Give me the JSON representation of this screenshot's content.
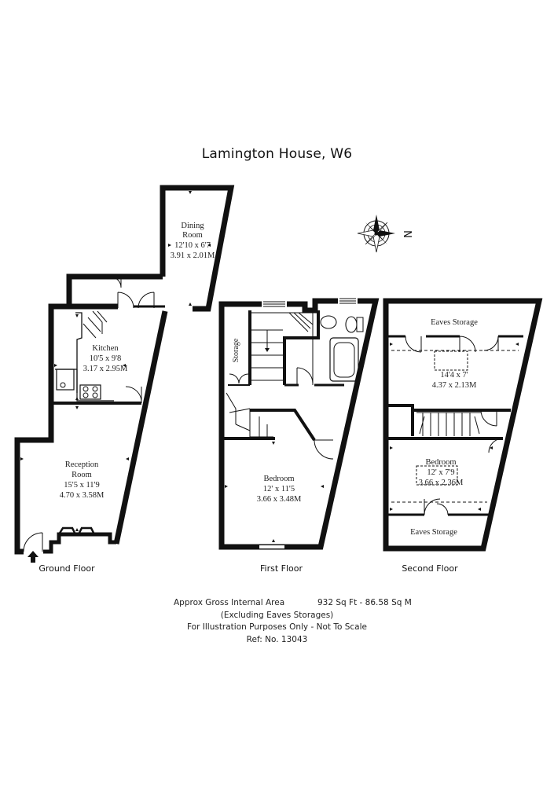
{
  "title": "Lamington House, W6",
  "compass": {
    "north_label": "N"
  },
  "floors": [
    {
      "label": "Ground Floor"
    },
    {
      "label": "First Floor"
    },
    {
      "label": "Second Floor"
    }
  ],
  "rooms": {
    "dining": {
      "name_line1": "Dining",
      "name_line2": "Room",
      "imperial": "12'10 x 6'7",
      "metric": "3.91 x 2.01M"
    },
    "kitchen": {
      "name": "Kitchen",
      "imperial": "10'5 x 9'8",
      "metric": "3.17 x 2.95M"
    },
    "reception": {
      "name_line1": "Reception",
      "name_line2": "Room",
      "imperial": "15'5 x 11'9",
      "metric": "4.70 x 3.58M"
    },
    "storage": {
      "name": "Storage"
    },
    "bedroom1": {
      "name": "Bedroom",
      "imperial": "12' x 11'5",
      "metric": "3.66 x 3.48M"
    },
    "eaves_top": {
      "name": "Eaves Storage"
    },
    "loft_room": {
      "imperial": "14'4 x 7'",
      "metric": "4.37 x 2.13M"
    },
    "bedroom2": {
      "name": "Bedroom",
      "imperial": "12' x 7'9",
      "metric": "3.66 x 2.36M"
    },
    "eaves_bottom": {
      "name": "Eaves Storage"
    }
  },
  "footer": {
    "area_label": "Approx Gross Internal Area",
    "area_value": "932 Sq Ft  -  86.58 Sq M",
    "excluding": "(Excluding Eaves Storages)",
    "disclaimer": "For Illustration Purposes Only - Not To Scale",
    "ref": "Ref: No. 13043"
  }
}
